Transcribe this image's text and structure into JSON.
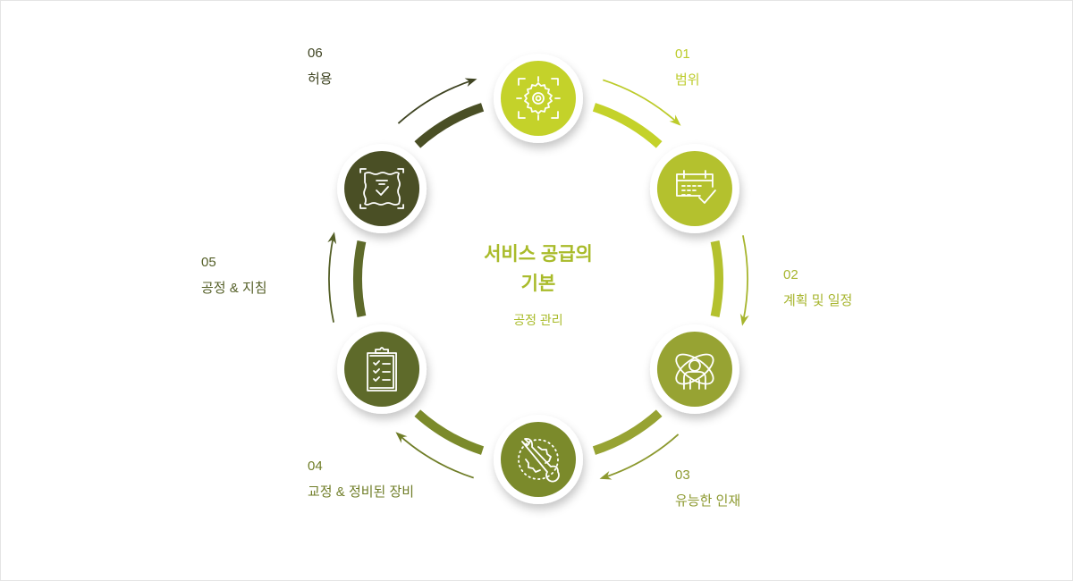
{
  "center": {
    "title_line1": "서비스 공급의",
    "title_line2": "기본",
    "subtitle": "공정 관리"
  },
  "steps": [
    {
      "number": "01",
      "label": "범위",
      "color": "#c4d22a",
      "text_color": "#bccb2a",
      "icon": "target-gear-icon"
    },
    {
      "number": "02",
      "label": "계획 및 일정",
      "color": "#b4c12e",
      "text_color": "#a7b52e",
      "icon": "calendar-check-icon"
    },
    {
      "number": "03",
      "label": "유능한 인재",
      "color": "#97a333",
      "text_color": "#8c992f",
      "icon": "person-atom-icon"
    },
    {
      "number": "04",
      "label": "교정 & 정비된 장비",
      "color": "#7b8a2b",
      "text_color": "#6f7d27",
      "icon": "wrench-gear-icon"
    },
    {
      "number": "05",
      "label": "공정 & 지침",
      "color": "#5e6a2a",
      "text_color": "#545f27",
      "icon": "clipboard-checklist-icon"
    },
    {
      "number": "06",
      "label": "허용",
      "color": "#4a4f25",
      "text_color": "#3f4422",
      "icon": "certificate-icon"
    }
  ]
}
